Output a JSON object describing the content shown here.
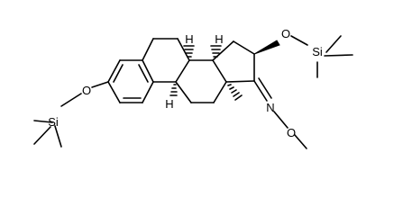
{
  "atom_labels": {
    "o_trimethylsilyloxy_aromatic": "O",
    "si_aromatic": "Si",
    "o_trimethylsilyloxy_ring_d": "O",
    "si_ring_d": "Si",
    "n_oxime": "N",
    "o_oxime": "O",
    "h_c8": "H",
    "h_c9": "H",
    "h_c14": "H"
  },
  "colors": {
    "bond": "#000000",
    "label": "#000000",
    "background": "#ffffff"
  }
}
